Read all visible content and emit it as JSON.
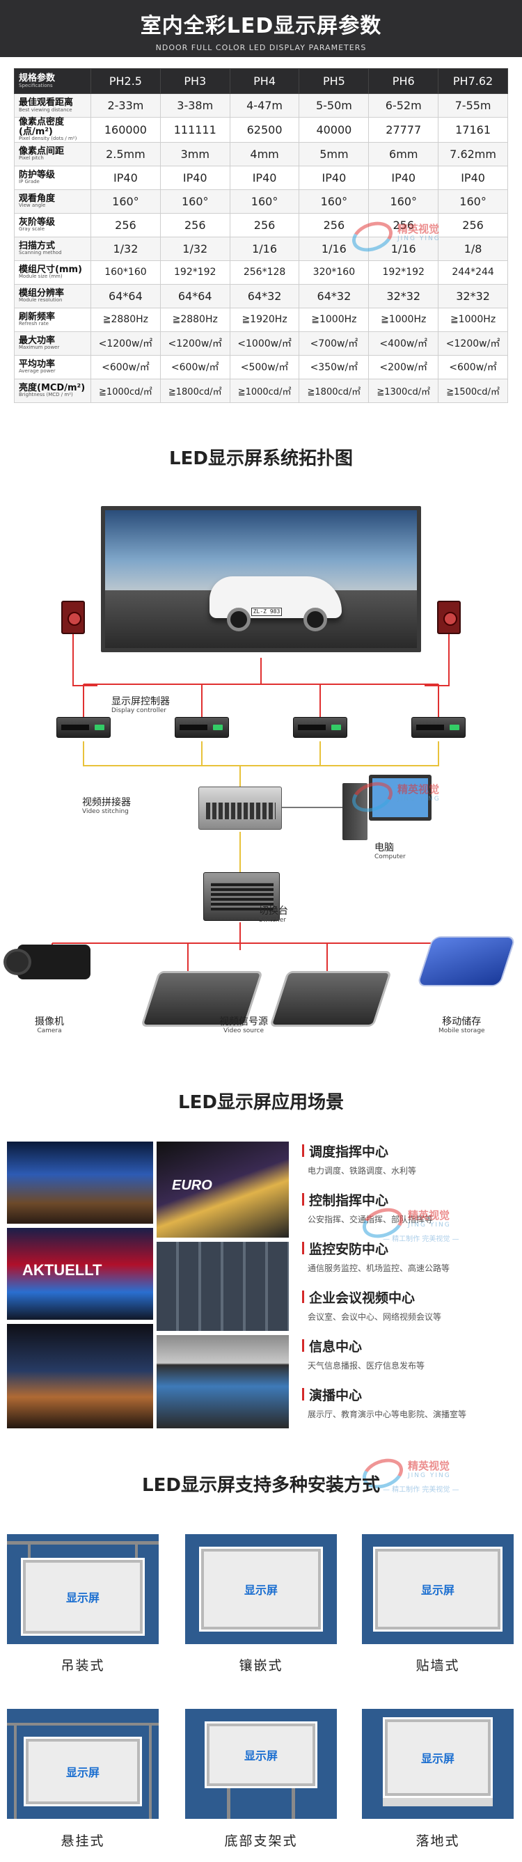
{
  "header": {
    "title": "室内全彩LED显示屏参数",
    "subtitle": "NDOOR FULL COLOR LED DISPLAY PARAMETERS"
  },
  "spec_table": {
    "head": {
      "cn": "规格参数",
      "en": "Specifications"
    },
    "columns": [
      "PH2.5",
      "PH3",
      "PH4",
      "PH5",
      "PH6",
      "PH7.62"
    ],
    "rows": [
      {
        "cn": "最佳观看距离",
        "en": "Best viewing distance",
        "values": [
          "2-33m",
          "3-38m",
          "4-47m",
          "5-50m",
          "6-52m",
          "7-55m"
        ]
      },
      {
        "cn": "像素点密度(点/m²)",
        "en": "Pixel density (dots / m²)",
        "values": [
          "160000",
          "111111",
          "62500",
          "40000",
          "27777",
          "17161"
        ]
      },
      {
        "cn": "像素点间距",
        "en": "Pixel pitch",
        "values": [
          "2.5mm",
          "3mm",
          "4mm",
          "5mm",
          "6mm",
          "7.62mm"
        ]
      },
      {
        "cn": "防护等级",
        "en": "IP Grade",
        "values": [
          "IP40",
          "IP40",
          "IP40",
          "IP40",
          "IP40",
          "IP40"
        ]
      },
      {
        "cn": "观看角度",
        "en": "View angle",
        "values": [
          "160°",
          "160°",
          "160°",
          "160°",
          "160°",
          "160°"
        ]
      },
      {
        "cn": "灰阶等级",
        "en": "Gray scale",
        "values": [
          "256",
          "256",
          "256",
          "256",
          "256",
          "256"
        ]
      },
      {
        "cn": "扫描方式",
        "en": "Scanning method",
        "values": [
          "1/32",
          "1/32",
          "1/16",
          "1/16",
          "1/16",
          "1/8"
        ]
      },
      {
        "cn": "模组尺寸(mm)",
        "en": "Module size (mm)",
        "values": [
          "160*160",
          "192*192",
          "256*128",
          "320*160",
          "192*192",
          "244*244"
        ]
      },
      {
        "cn": "模组分辨率",
        "en": "Module resolution",
        "values": [
          "64*64",
          "64*64",
          "64*32",
          "64*32",
          "32*32",
          "32*32"
        ]
      },
      {
        "cn": "刷新频率",
        "en": "Refresh rate",
        "values": [
          "≧2880Hz",
          "≧2880Hz",
          "≧1920Hz",
          "≧1000Hz",
          "≧1000Hz",
          "≧1000Hz"
        ]
      },
      {
        "cn": "最大功率",
        "en": "Maximum power",
        "values": [
          "<1200w/㎡",
          "<1200w/㎡",
          "<1000w/㎡",
          "<700w/㎡",
          "<400w/㎡",
          "<1200w/㎡"
        ]
      },
      {
        "cn": "平均功率",
        "en": "Average power",
        "values": [
          "<600w/㎡",
          "<600w/㎡",
          "<500w/㎡",
          "<350w/㎡",
          "<200w/㎡",
          "<600w/㎡"
        ]
      },
      {
        "cn": "亮度(MCD/m²)",
        "en": "Brightness (MCD / m²)",
        "values": [
          "≧1000cd/㎡",
          "≧1800cd/㎡",
          "≧1000cd/㎡",
          "≧1800cd/㎡",
          "≧1300cd/㎡",
          "≧1500cd/㎡"
        ]
      }
    ]
  },
  "topology": {
    "title": "LED显示屏系统拓扑图",
    "plate": "ZL-Z 983",
    "controller": {
      "cn": "显示屏控制器",
      "en": "Display controller"
    },
    "stitcher": {
      "cn": "视频拼接器",
      "en": "Video stitching"
    },
    "computer": {
      "cn": "电脑",
      "en": "Computer"
    },
    "switcher": {
      "cn": "切换台",
      "en": "Switcher"
    },
    "devices": [
      {
        "cn": "摄像机",
        "en": "Camera"
      },
      {
        "cn": "视频信号源",
        "en": "Video source"
      },
      {
        "cn": "移动储存",
        "en": "Mobile storage"
      }
    ]
  },
  "applications": {
    "title": "LED显示屏应用场景",
    "photo_texts": [
      "EURO",
      "AKTUELLT"
    ],
    "items": [
      {
        "title": "调度指挥中心",
        "desc": "电力调度、铁路调度、水利等"
      },
      {
        "title": "控制指挥中心",
        "desc": "公安指挥、交通指挥、部队指挥等"
      },
      {
        "title": "监控安防中心",
        "desc": "通信服务监控、机场监控、高速公路等"
      },
      {
        "title": "企业会议视频中心",
        "desc": "会议室、会议中心、网络视频会议等"
      },
      {
        "title": "信息中心",
        "desc": "天气信息播报、医疗信息发布等"
      },
      {
        "title": "演播中心",
        "desc": "展示厅、教育演示中心等电影院、演播室等"
      }
    ]
  },
  "watermark": {
    "cn": "精英视觉",
    "en": "JING YING",
    "tag": "— 精工制作  完美视觉 —"
  },
  "installation": {
    "title": "LED显示屏支持多种安装方式",
    "screen_label": "显示屏",
    "methods": [
      "吊装式",
      "镶嵌式",
      "贴墙式",
      "悬挂式",
      "底部支架式",
      "落地式"
    ]
  },
  "colors": {
    "header_bg": "#2e2e30",
    "install_bg": "#2e5b8f",
    "wire_red": "#e03030",
    "wire_yellow": "#e8c23a",
    "accent_blue": "#1a6ed0"
  }
}
